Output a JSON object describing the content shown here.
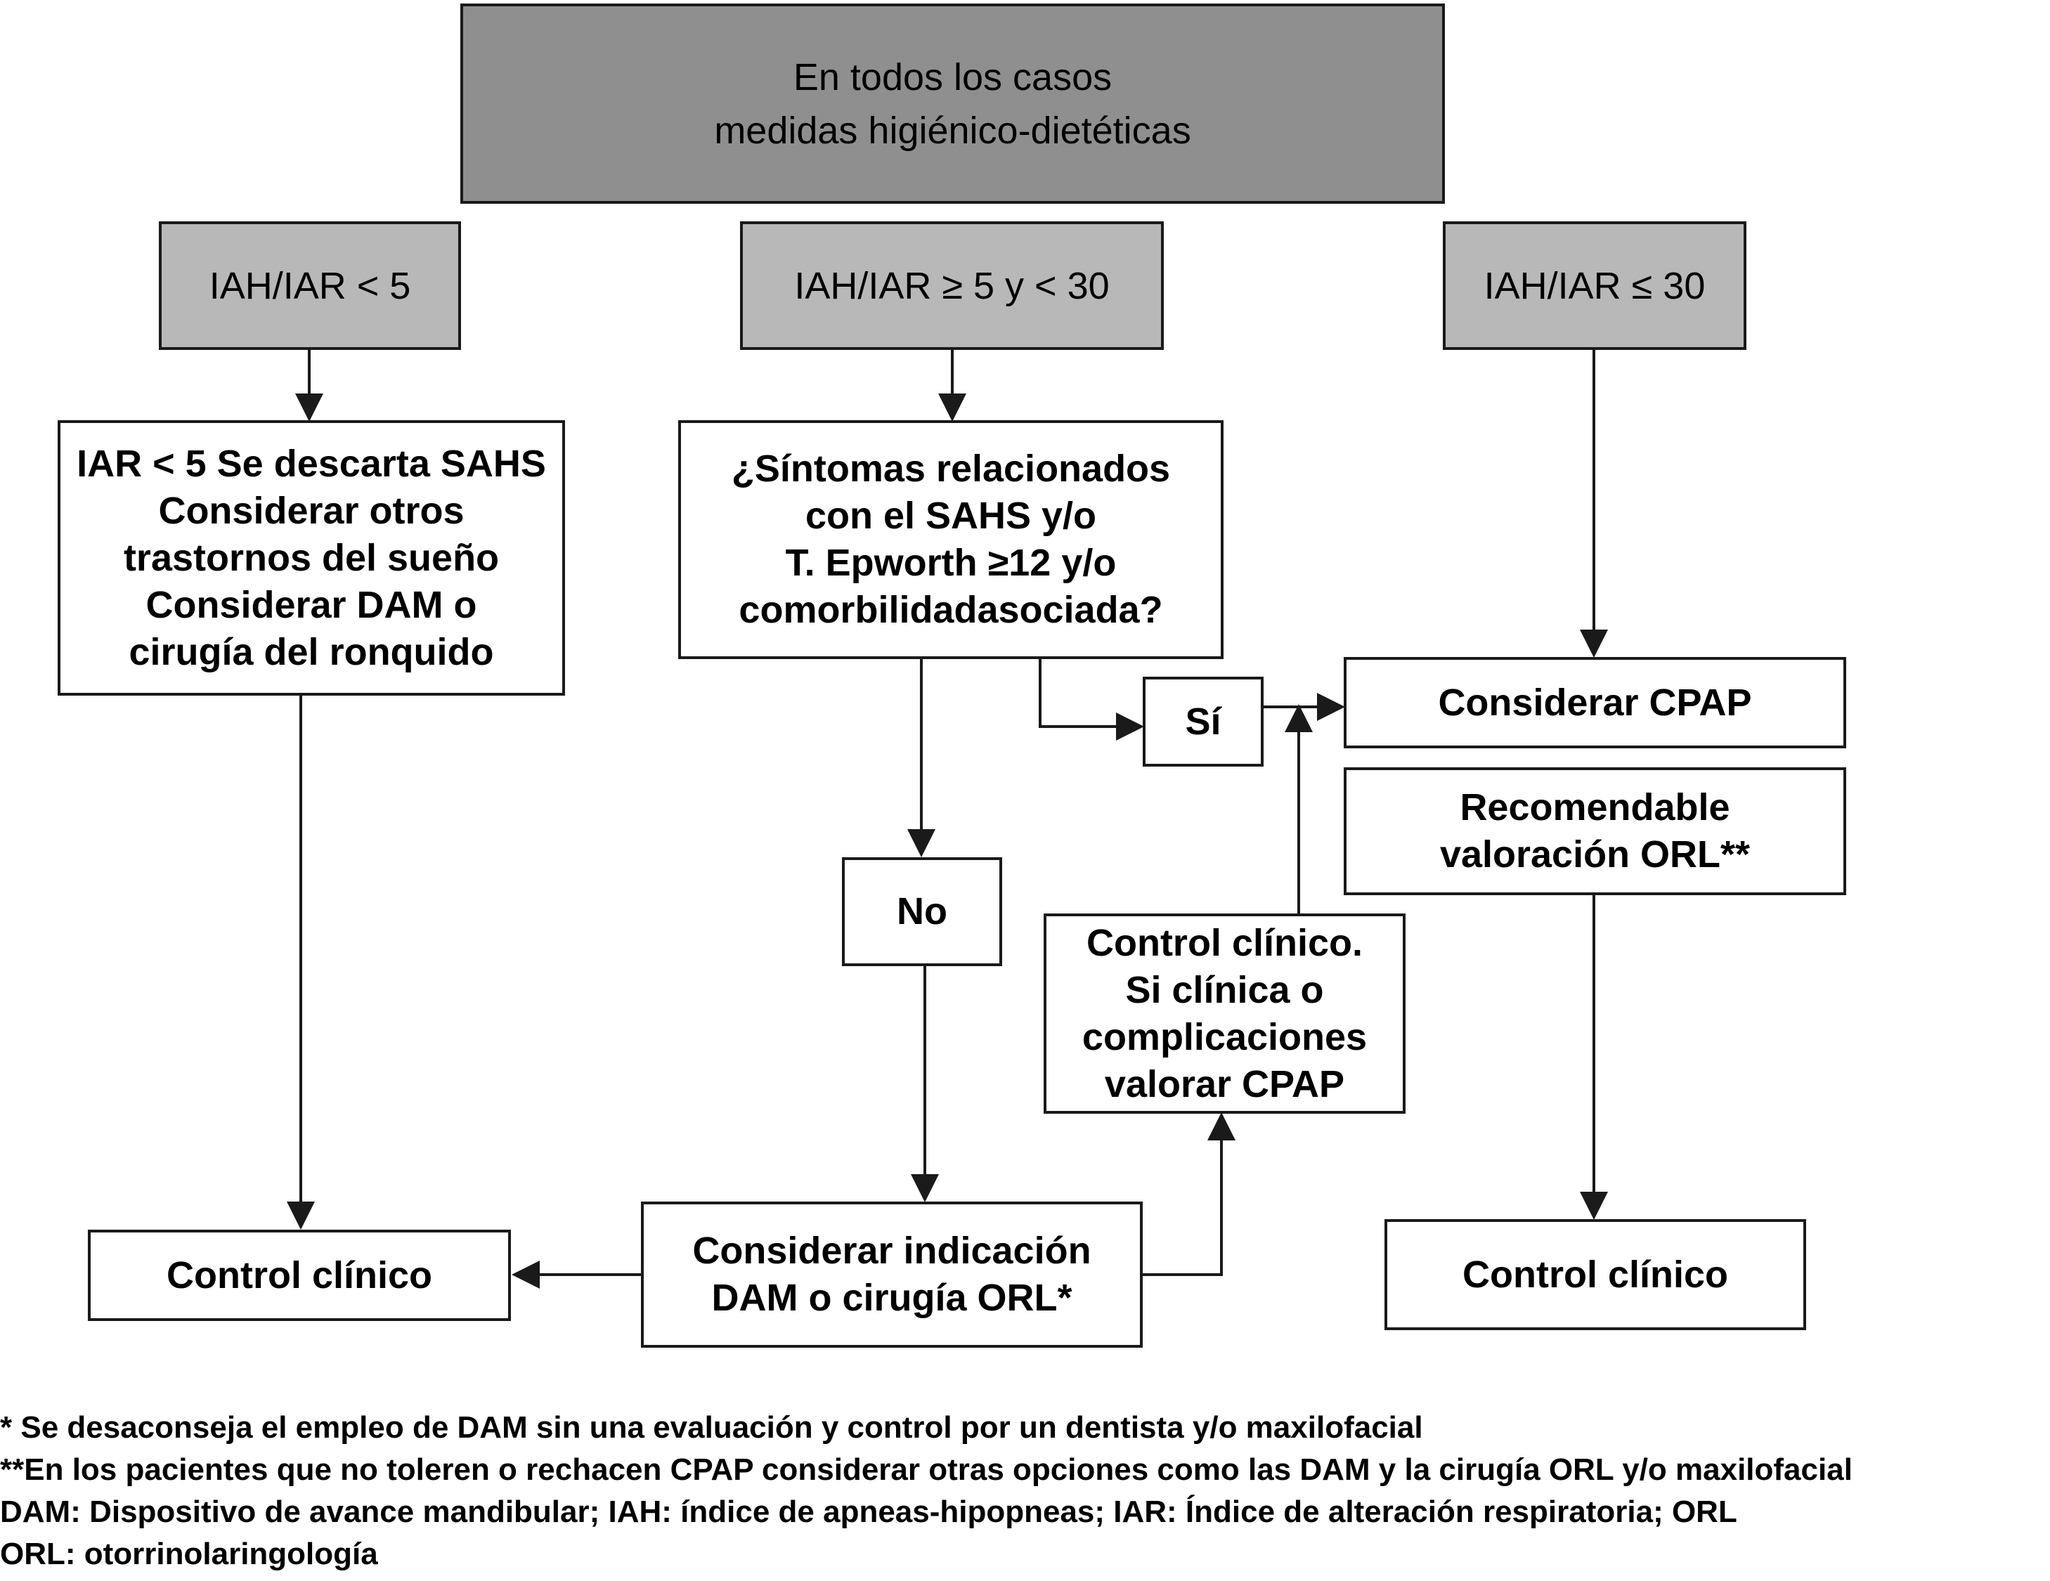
{
  "header": {
    "lines": [
      "En todos los casos",
      "medidas higiénico-dietéticas"
    ]
  },
  "categories": {
    "left": "IAH/IAR < 5",
    "middle": "IAH/IAR ≥ 5 y < 30",
    "right": "IAH/IAR ≤ 30"
  },
  "nodes": {
    "descarta": [
      "IAR < 5 Se descarta SAHS",
      "Considerar otros",
      "trastornos del sueño",
      "Considerar DAM o",
      "cirugía del ronquido"
    ],
    "question": [
      "¿Síntomas relacionados",
      "con el SAHS y/o",
      "T. Epworth ≥12 y/o",
      "comorbilidadasociada?"
    ],
    "si": "Sí",
    "no": "No",
    "considerar_cpap": "Considerar CPAP",
    "valoracion_orl": [
      "Recomendable",
      "valoración ORL**"
    ],
    "control_cpap": [
      "Control clínico.",
      "Si clínica o",
      "complicaciones",
      "valorar CPAP"
    ],
    "control_left": "Control clínico",
    "indicacion": [
      "Considerar indicación",
      "DAM o cirugía ORL*"
    ],
    "control_right": "Control clínico"
  },
  "footnotes": [
    "* Se desaconseja el empleo de DAM sin una evaluación y control por un dentista y/o maxilofacial",
    "**En los pacientes que no toleren o rechacen CPAP considerar otras opciones como las DAM y la cirugía ORL y/o maxilofacial",
    "DAM: Dispositivo de avance mandibular; IAH: índice de apneas-hipopneas; IAR: Índice de alteración respiratoria; ORL",
    "ORL: otorrinolaringología"
  ]
}
